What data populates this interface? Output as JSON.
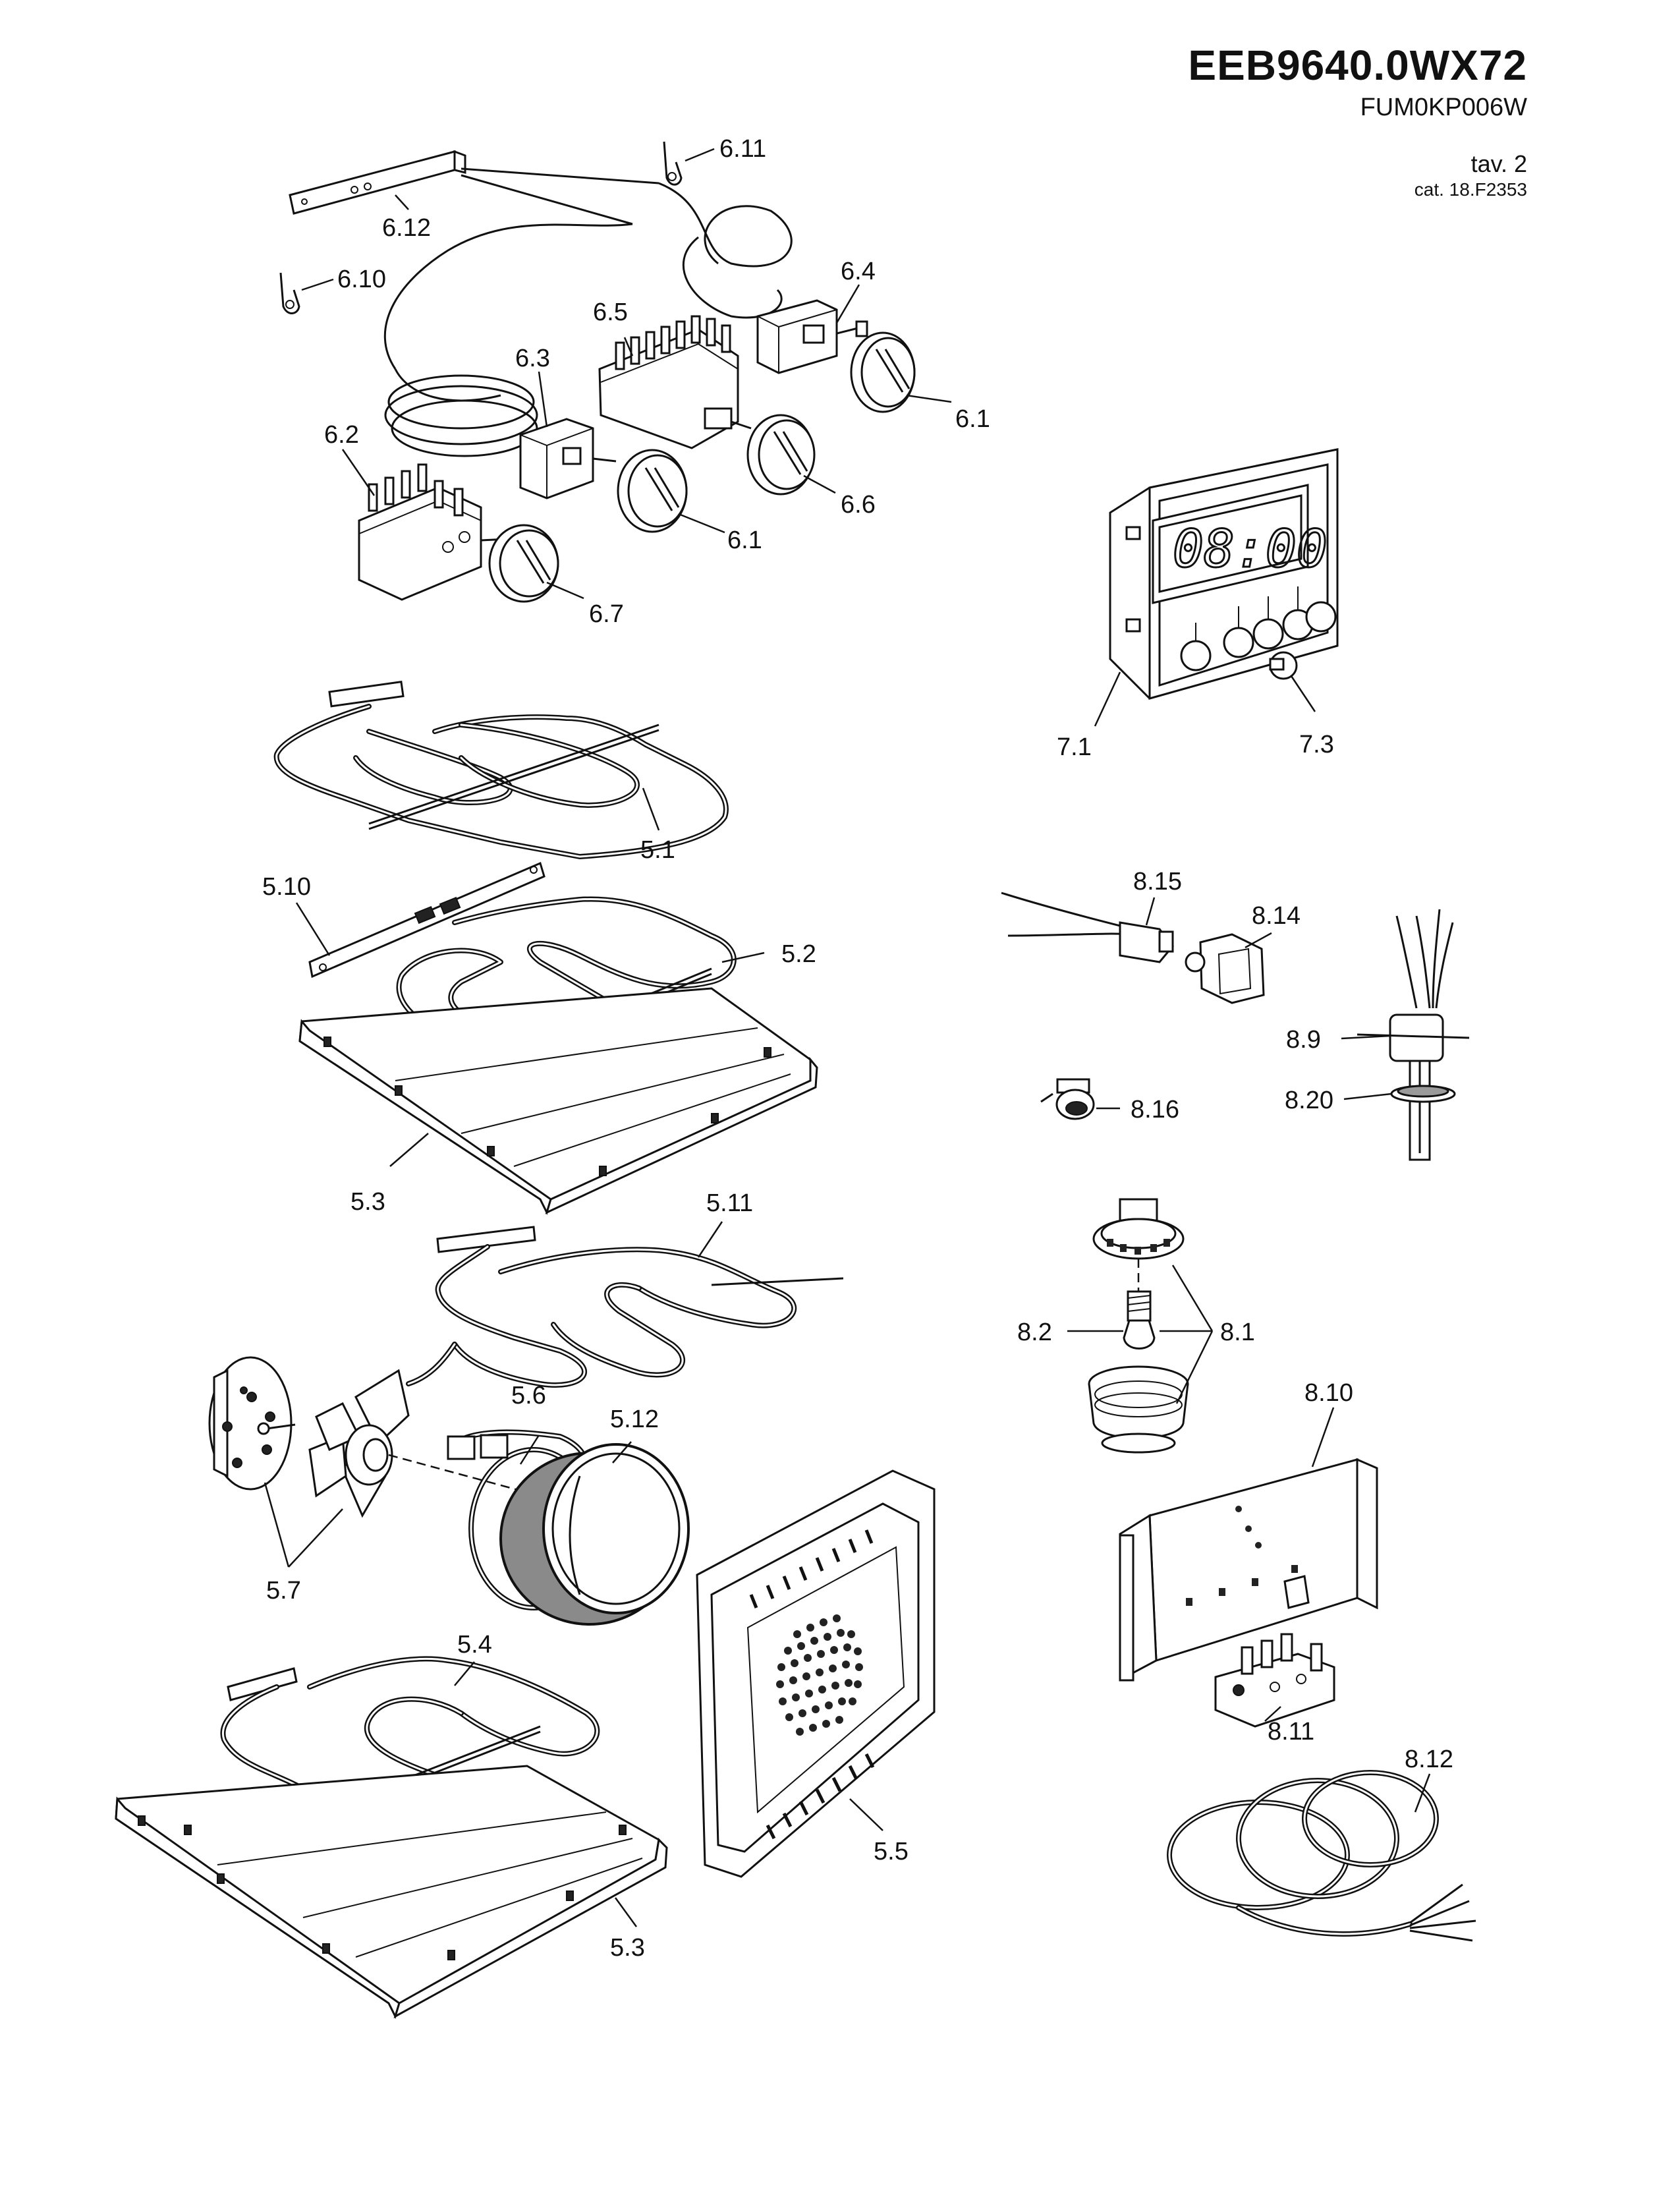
{
  "header": {
    "model": "EEB9640.0WX72",
    "code": "FUM0KP006W",
    "tav": "tav. 2",
    "cat": "cat. 18.F2353"
  },
  "timer_display": "08:00",
  "labels": {
    "l_6_11": "6.11",
    "l_6_12": "6.12",
    "l_6_10": "6.10",
    "l_6_4": "6.4",
    "l_6_5": "6.5",
    "l_6_3": "6.3",
    "l_6_1a": "6.1",
    "l_6_2": "6.2",
    "l_6_6": "6.6",
    "l_6_1b": "6.1",
    "l_6_7": "6.7",
    "l_7_1": "7.1",
    "l_7_3": "7.3",
    "l_5_1": "5.1",
    "l_5_10": "5.10",
    "l_5_2": "5.2",
    "l_5_3a": "5.3",
    "l_5_11": "5.11",
    "l_8_15": "8.15",
    "l_8_14": "8.14",
    "l_8_9": "8.9",
    "l_8_20": "8.20",
    "l_8_16": "8.16",
    "l_8_2": "8.2",
    "l_8_1": "8.1",
    "l_5_6": "5.6",
    "l_5_12": "5.12",
    "l_5_7": "5.7",
    "l_8_10": "8.10",
    "l_5_4": "5.4",
    "l_5_5": "5.5",
    "l_8_11": "8.11",
    "l_8_12": "8.12",
    "l_5_3b": "5.3"
  }
}
